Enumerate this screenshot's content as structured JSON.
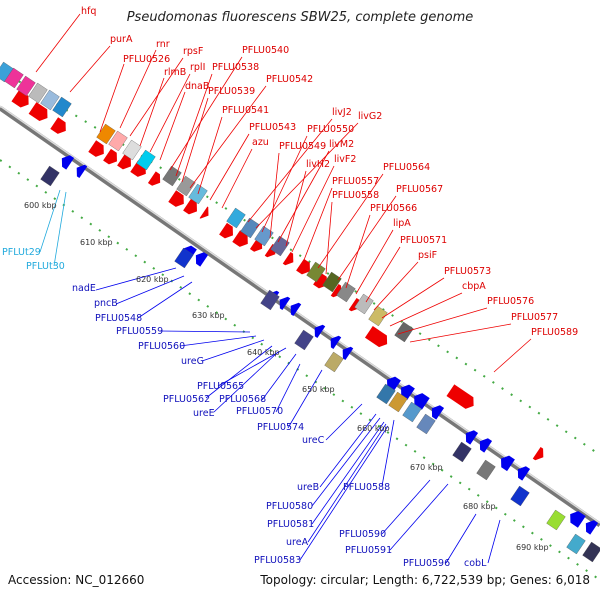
{
  "title": "Pseudomonas fluorescens SBW25, complete genome",
  "footer": {
    "accession": "Accession: NC_012660",
    "summary": "Topology: circular; Length: 6,722,539 bp; Genes: 6,018"
  },
  "colors": {
    "forward": "#ee0000",
    "reverse": "#0000ee",
    "rna": "#22aadd",
    "backbone": "#999999"
  },
  "kbp_labels": [
    "600 kbp",
    "610 kbp",
    "620 kbp",
    "630 kbp",
    "640 kbp",
    "650 kbp",
    "660 kbp",
    "670 kbp",
    "680 kbp",
    "690 kbp"
  ],
  "forward_labels": [
    "hfq",
    "purA",
    "rnr",
    "PFLU0526",
    "rpsF",
    "rlmB",
    "rplI",
    "dnaB",
    "PFLU0540",
    "PFLU0538",
    "PFLU0539",
    "PFLU0542",
    "PFLU0541",
    "PFLU0543",
    "azu",
    "livJ2",
    "livG2",
    "PFLU0550",
    "PFLU0549",
    "livM2",
    "livH2",
    "livF2",
    "PFLU0557",
    "PFLU0564",
    "PFLU0558",
    "PFLU0567",
    "PFLU0566",
    "lipA",
    "PFLU0571",
    "psiF",
    "PFLU0573",
    "cbpA",
    "PFLU0576",
    "PFLU0577",
    "PFLU0589"
  ],
  "reverse_labels": [
    "nadE",
    "pncB",
    "PFLU0548",
    "PFLU0559",
    "PFLU0560",
    "ureG",
    "PFLU0565",
    "PFLU0562",
    "PFLU0568",
    "ureE",
    "PFLU0570",
    "PFLU0574",
    "ureC",
    "ureB",
    "PFLU0588",
    "PFLU0580",
    "PFLU0581",
    "ureA",
    "PFLU0583",
    "PFLU0590",
    "PFLU0591",
    "PFLU0596",
    "cobL"
  ],
  "rna_labels": [
    "PFLUt29",
    "PFLUt30"
  ]
}
